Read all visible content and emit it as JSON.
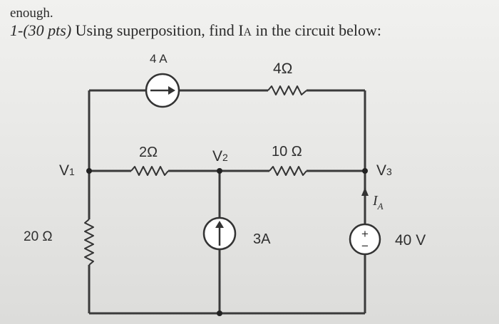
{
  "document": {
    "intro": "enough.",
    "problem_number": "1-(30 pts)",
    "problem_text": "Using superposition, find I",
    "problem_subscript": "A",
    "problem_tail": " in the circuit below:"
  },
  "circuit": {
    "current_source_top": "4 A",
    "resistor_top": "4Ω",
    "resistor_left_mid": "2Ω",
    "resistor_right_mid": "10 Ω",
    "resistor_left_vertical": "20 Ω",
    "node_v1": {
      "main": "V",
      "sub": "1"
    },
    "node_v2": {
      "main": "V",
      "sub": "2"
    },
    "node_v3": {
      "main": "V",
      "sub": "3"
    },
    "current_source_mid": "3A",
    "current_label": {
      "main": "I",
      "sub": "A"
    },
    "voltage_source": "40 V",
    "voltage_plus": "+",
    "voltage_minus": "−"
  }
}
